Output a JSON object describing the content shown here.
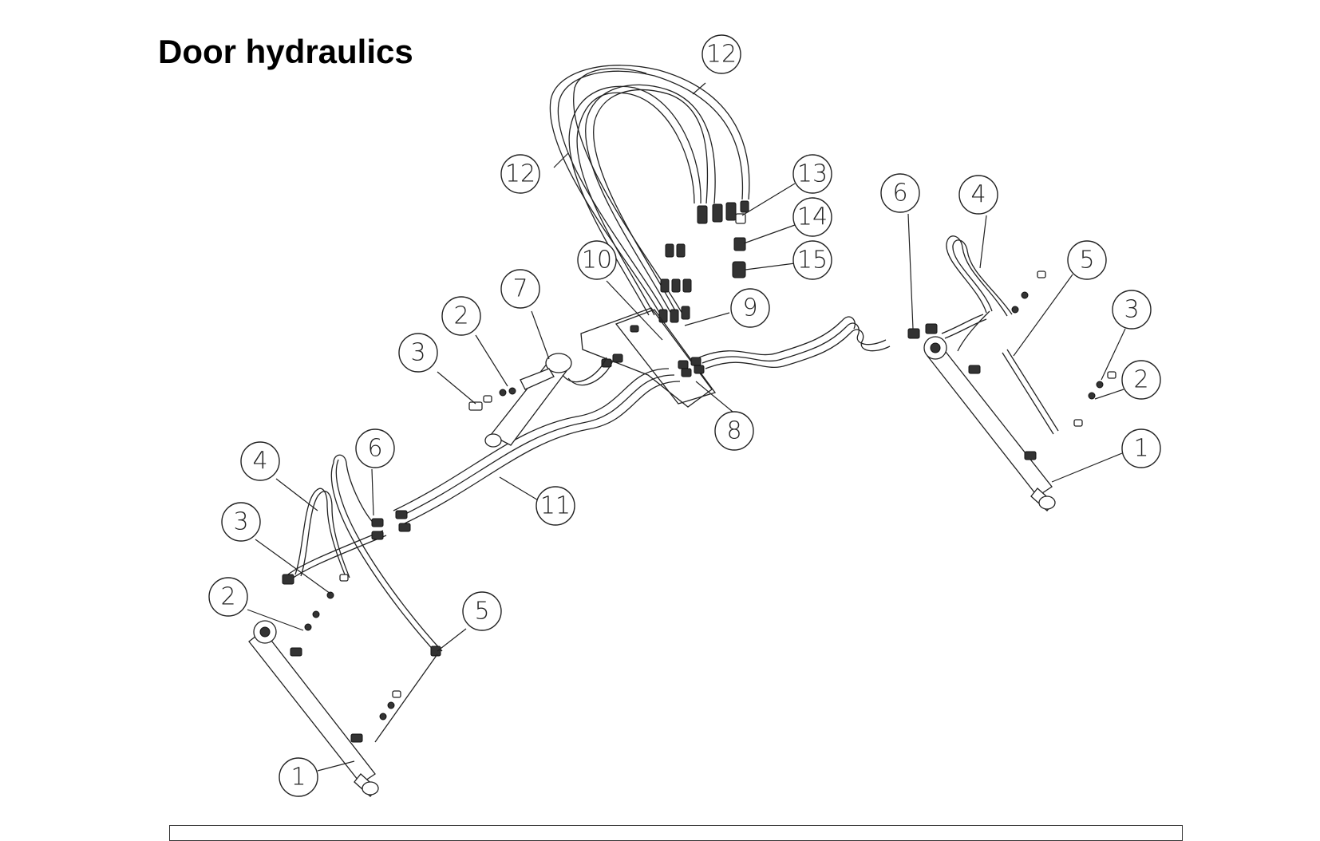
{
  "title": "Door hydraulics",
  "callouts": {
    "c12a": "12",
    "c12b": "12",
    "c13": "13",
    "c14": "14",
    "c15": "15",
    "c10": "10",
    "c9": "9",
    "c7": "7",
    "c2a": "2",
    "c3a": "3",
    "c8": "8",
    "c6a": "6",
    "c4a": "4",
    "c5a": "5",
    "c3b": "3",
    "c2b": "2",
    "c1a": "1",
    "c11": "11",
    "c6b": "6",
    "c4b": "4",
    "c3c": "3",
    "c2c": "2",
    "c5b": "5",
    "c1b": "1"
  }
}
